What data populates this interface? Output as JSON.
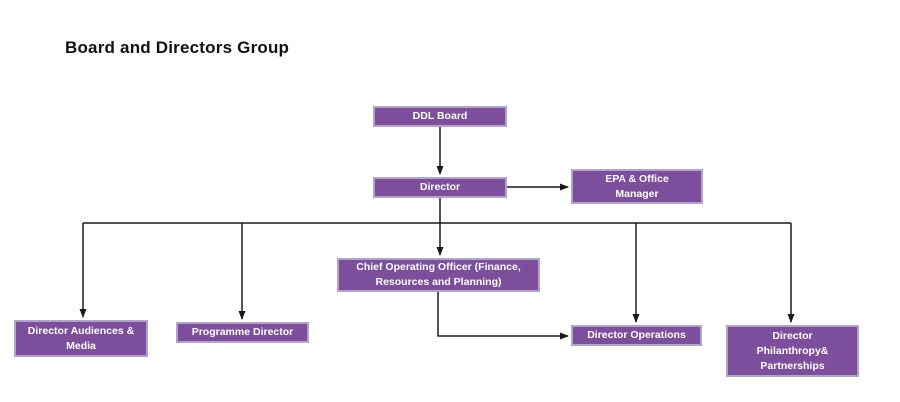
{
  "page": {
    "title": "Board and Directors Group",
    "background": "#FFFFFF"
  },
  "colors": {
    "node_fill": "#7D4E9C",
    "node_border": "#B2A4C8",
    "node_text": "#FFFFFF",
    "connector": "#1A1A1A",
    "title_text": "#111111",
    "page_bg": "#FFFFFF"
  },
  "nodes": {
    "ddl_board": {
      "label": "DDL Board"
    },
    "director": {
      "label": "Director"
    },
    "epa_office_manager": {
      "label": "EPA & Office\nManager"
    },
    "coo": {
      "label": "Chief Operating Officer (Finance,\nResources and Planning)"
    },
    "director_audiences_media": {
      "label": "Director Audiences &\nMedia"
    },
    "programme_director": {
      "label": "Programme Director"
    },
    "director_operations": {
      "label": "Director Operations"
    },
    "director_philanthropy": {
      "label": "Director\nPhilanthropy&\nPartnerships"
    }
  },
  "edges": [
    {
      "from": "DDL Board",
      "to": "Director"
    },
    {
      "from": "Director",
      "to": "EPA & Office Manager"
    },
    {
      "from": "Director",
      "to": "Chief Operating Officer (Finance, Resources and Planning)"
    },
    {
      "from": "Director",
      "to": "Director Audiences & Media"
    },
    {
      "from": "Director",
      "to": "Programme Director"
    },
    {
      "from": "Director",
      "to": "Director Operations"
    },
    {
      "from": "Director",
      "to": "Director Philanthropy& Partnerships"
    },
    {
      "from": "Chief Operating Officer (Finance, Resources and Planning)",
      "to": "Director Operations"
    }
  ]
}
